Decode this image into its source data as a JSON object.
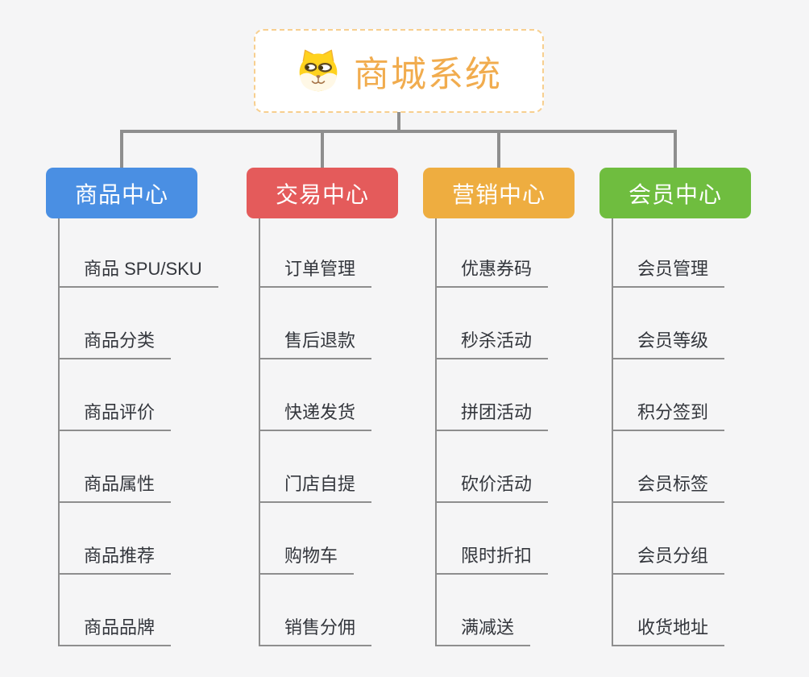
{
  "root": {
    "title": "商城系统",
    "icon": "dog-face-icon"
  },
  "branches": [
    {
      "label": "商品中心",
      "color": "#4A8FE3",
      "children": [
        "商品 SPU/SKU",
        "商品分类",
        "商品评价",
        "商品属性",
        "商品推荐",
        "商品品牌"
      ]
    },
    {
      "label": "交易中心",
      "color": "#E45B5B",
      "children": [
        "订单管理",
        "售后退款",
        "快递发货",
        "门店自提",
        "购物车",
        "销售分佣"
      ]
    },
    {
      "label": "营销中心",
      "color": "#EEAD40",
      "children": [
        "优惠券码",
        "秒杀活动",
        "拼团活动",
        "砍价活动",
        "限时折扣",
        "满减送"
      ]
    },
    {
      "label": "会员中心",
      "color": "#6FBD3F",
      "children": [
        "会员管理",
        "会员等级",
        "积分签到",
        "会员标签",
        "会员分组",
        "收货地址"
      ]
    }
  ],
  "colors": {
    "background": "#F5F5F6",
    "connector": "#8E8E8E",
    "root_border": "#F7CF8F",
    "root_text": "#F1AC4E",
    "leaf_text": "#33363C"
  }
}
